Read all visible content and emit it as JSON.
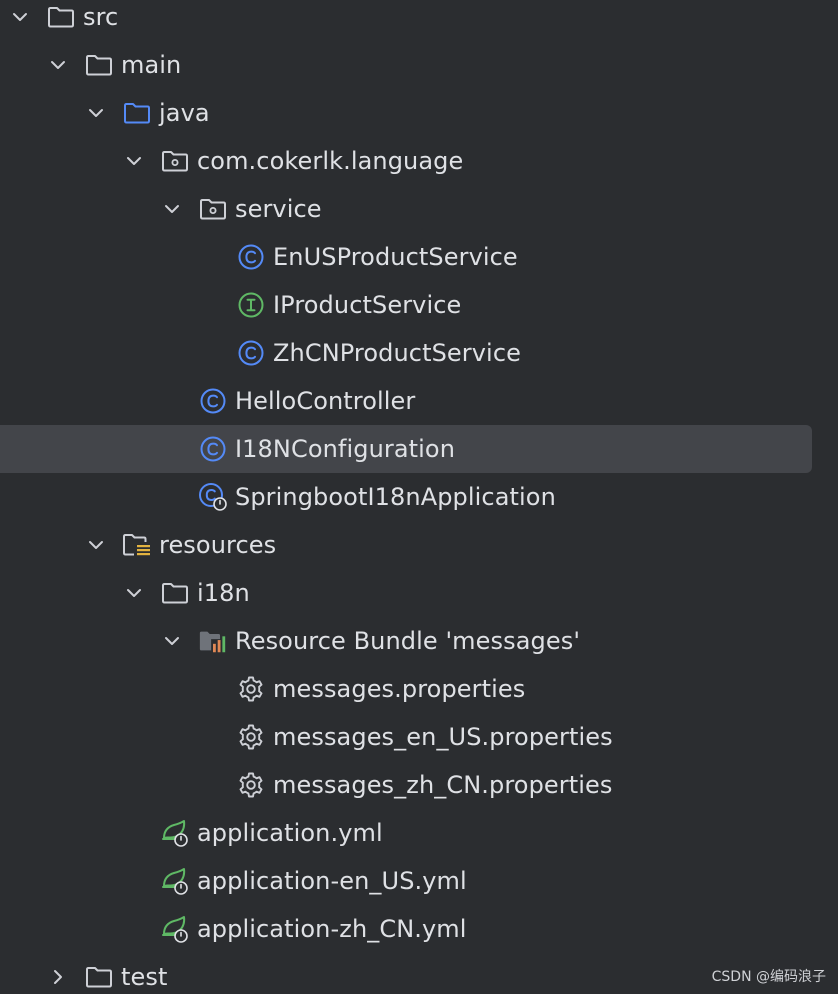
{
  "tree": [
    {
      "label": "src",
      "depth": 0,
      "expander": "down",
      "icon": "folder-icon"
    },
    {
      "label": "main",
      "depth": 1,
      "expander": "down",
      "icon": "folder-icon"
    },
    {
      "label": "java",
      "depth": 2,
      "expander": "down",
      "icon": "source-folder-icon"
    },
    {
      "label": "com.cokerlk.language",
      "depth": 3,
      "expander": "down",
      "icon": "package-icon"
    },
    {
      "label": "service",
      "depth": 4,
      "expander": "down",
      "icon": "package-icon"
    },
    {
      "label": "EnUSProductService",
      "depth": 5,
      "expander": "none",
      "icon": "class-icon"
    },
    {
      "label": "IProductService",
      "depth": 5,
      "expander": "none",
      "icon": "interface-icon"
    },
    {
      "label": "ZhCNProductService",
      "depth": 5,
      "expander": "none",
      "icon": "class-icon"
    },
    {
      "label": "HelloController",
      "depth": 4,
      "expander": "none",
      "icon": "class-icon"
    },
    {
      "label": "I18NConfiguration",
      "depth": 4,
      "expander": "none",
      "icon": "class-icon",
      "selected": true
    },
    {
      "label": "SpringbootI18nApplication",
      "depth": 4,
      "expander": "none",
      "icon": "spring-boot-class-icon"
    },
    {
      "label": "resources",
      "depth": 2,
      "expander": "down",
      "icon": "resources-folder-icon"
    },
    {
      "label": "i18n",
      "depth": 3,
      "expander": "down",
      "icon": "folder-icon"
    },
    {
      "label": "Resource Bundle 'messages'",
      "depth": 4,
      "expander": "down",
      "icon": "resource-bundle-icon"
    },
    {
      "label": "messages.properties",
      "depth": 5,
      "expander": "none",
      "icon": "properties-gear-icon"
    },
    {
      "label": "messages_en_US.properties",
      "depth": 5,
      "expander": "none",
      "icon": "properties-gear-icon"
    },
    {
      "label": "messages_zh_CN.properties",
      "depth": 5,
      "expander": "none",
      "icon": "properties-gear-icon"
    },
    {
      "label": "application.yml",
      "depth": 3,
      "expander": "none",
      "icon": "spring-yml-icon"
    },
    {
      "label": "application-en_US.yml",
      "depth": 3,
      "expander": "none",
      "icon": "spring-yml-icon"
    },
    {
      "label": "application-zh_CN.yml",
      "depth": 3,
      "expander": "none",
      "icon": "spring-yml-icon"
    },
    {
      "label": "test",
      "depth": 1,
      "expander": "right",
      "icon": "folder-icon"
    }
  ],
  "watermark": "CSDN @编码浪子",
  "colors": {
    "background": "#2b2d30",
    "selected_row": "#43454a",
    "text": "#dfe1e5",
    "folder_stroke": "#ced0d6",
    "source_folder_stroke": "#548af7",
    "class_blue": "#548af7",
    "interface_green": "#5fb865",
    "spring_green": "#5fb865",
    "bundle_orange": "#e08855",
    "bundle_green": "#5fb865"
  }
}
